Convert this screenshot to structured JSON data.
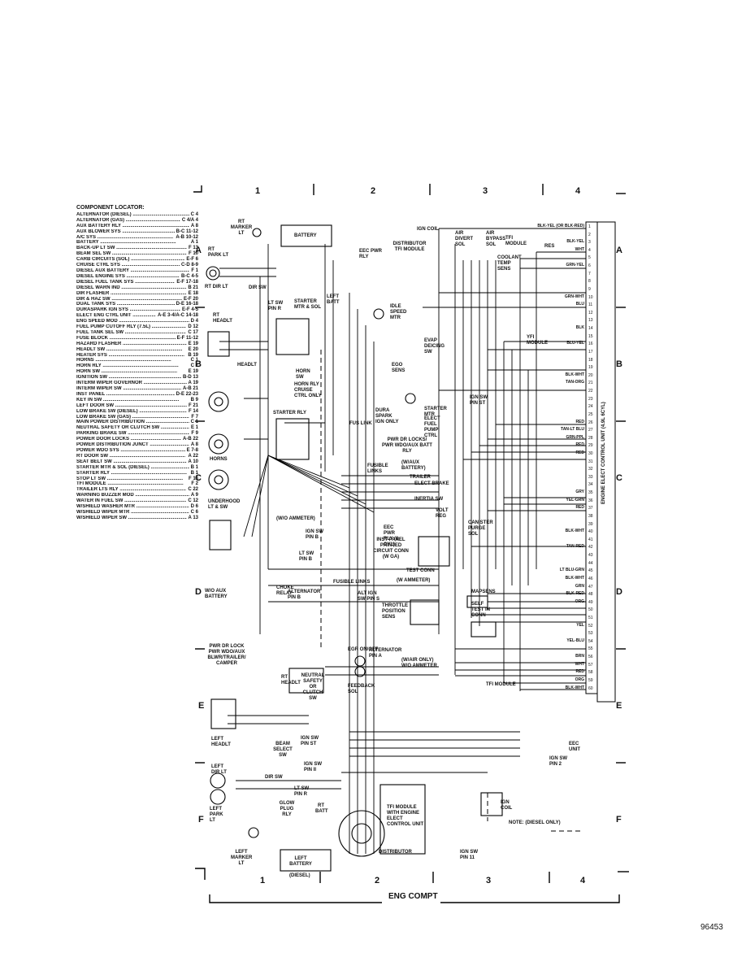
{
  "grid": {
    "columns_top": [
      "1",
      "2",
      "3",
      "4"
    ],
    "columns_bottom": [
      "1",
      "2",
      "3",
      "4"
    ],
    "rows_left": [
      "A",
      "B",
      "C",
      "D",
      "E",
      "F"
    ],
    "rows_right": [
      "A",
      "B",
      "C",
      "D",
      "E",
      "F"
    ]
  },
  "locator": {
    "title": "COMPONENT LOCATOR:",
    "items": [
      {
        "name": "ALTERNATOR (DIESEL)",
        "ref": "C 4"
      },
      {
        "name": "ALTERNATOR (GAS)",
        "ref": "C 4/A 4"
      },
      {
        "name": "AUX BATTERY RLY",
        "ref": "A 8"
      },
      {
        "name": "AUX BLOWER SYS",
        "ref": "B-C 11-12"
      },
      {
        "name": "A/C SYS",
        "ref": "A-B 10-12"
      },
      {
        "name": "BATTERY",
        "ref": "A 1"
      },
      {
        "name": "BACK-UP LT SW",
        "ref": "F 13"
      },
      {
        "name": "BEAM SEL SW",
        "ref": "F 10"
      },
      {
        "name": "CARB CIRCUITS (SOL)",
        "ref": "E-F 6"
      },
      {
        "name": "CRUISE CTRL SYS",
        "ref": "C-D 8-9"
      },
      {
        "name": "DIESEL AUX BATTERY",
        "ref": "F 1"
      },
      {
        "name": "DIESEL ENGINE SYS",
        "ref": "B-C 4-5"
      },
      {
        "name": "DIESEL FUEL TANK SYS",
        "ref": "E-F 17-18"
      },
      {
        "name": "DIESEL WARN IND",
        "ref": "B 21"
      },
      {
        "name": "DIR FLASHER",
        "ref": "E 18"
      },
      {
        "name": "DIR & HAZ SW",
        "ref": "E-F 20"
      },
      {
        "name": "DUAL TANK SYS",
        "ref": "D-E 16-18"
      },
      {
        "name": "DURASPARK IGN SYS",
        "ref": "E-F 4-5"
      },
      {
        "name": "ELECT ENG CTRL UNIT",
        "ref": "A-E 3-4/A-C 14-18"
      },
      {
        "name": "ENG SPEED MOD",
        "ref": "D 4"
      },
      {
        "name": "FUEL PUMP CUTOFF RLY (7.5L)",
        "ref": "D 12"
      },
      {
        "name": "FUEL TANK SEL SW",
        "ref": "C 17"
      },
      {
        "name": "FUSE BLOCK",
        "ref": "E-F 11-12"
      },
      {
        "name": "HAZARD FLASHER",
        "ref": "E 19"
      },
      {
        "name": "HEADLT SW",
        "ref": "E 20"
      },
      {
        "name": "HEATER SYS",
        "ref": "B 19"
      },
      {
        "name": "HORNS",
        "ref": "C 1"
      },
      {
        "name": "HORN RLY",
        "ref": "C 7"
      },
      {
        "name": "HORN SW",
        "ref": "E 19"
      },
      {
        "name": "IGNITION SW",
        "ref": "B-D 13"
      },
      {
        "name": "INTERM WIPER GOVERNOR",
        "ref": "A 19"
      },
      {
        "name": "INTERM WIPER SW",
        "ref": "A-B 21"
      },
      {
        "name": "INST PANEL",
        "ref": "D-E 22-23"
      },
      {
        "name": "KEY IN SW",
        "ref": "B 9"
      },
      {
        "name": "LEFT DOOR SW",
        "ref": "F 21"
      },
      {
        "name": "LOW BRAKE SW (DIESEL)",
        "ref": "F 14"
      },
      {
        "name": "LOW BRAKE SW (GAS)",
        "ref": "F 7"
      },
      {
        "name": "MAIN POWER DISTRIBUTION",
        "ref": "C 1"
      },
      {
        "name": "NEUTRAL SAFETY OR CLUTCH SW",
        "ref": "E 1"
      },
      {
        "name": "PARKING BRAKE SW",
        "ref": "F 9"
      },
      {
        "name": "POWER DOOR LOCKS",
        "ref": "A-B 22"
      },
      {
        "name": "POWER DISTRIBUTION JUNCT",
        "ref": "A 8"
      },
      {
        "name": "POWER WDO SYS",
        "ref": "E 7-8"
      },
      {
        "name": "RT DOOR SW",
        "ref": "A 22"
      },
      {
        "name": "SEAT BELT SW",
        "ref": "A 10"
      },
      {
        "name": "STARTER MTR & SOL (DIESEL)",
        "ref": "B 1"
      },
      {
        "name": "STARTER RLY",
        "ref": "B 1"
      },
      {
        "name": "STOP LT SW",
        "ref": "F 13"
      },
      {
        "name": "TFI MODULE",
        "ref": "F 2"
      },
      {
        "name": "TRAILER LTS RLY",
        "ref": "C 22"
      },
      {
        "name": "WARNING BUZZER MOD",
        "ref": "A 9"
      },
      {
        "name": "WATER IN FUEL SW",
        "ref": "C 12"
      },
      {
        "name": "W/SHIELD WASHER MTR",
        "ref": "D 6"
      },
      {
        "name": "W/SHIELD WIPER MTR",
        "ref": "C 6"
      },
      {
        "name": "W/SHIELD WIPER SW",
        "ref": "A 13"
      }
    ]
  },
  "components": {
    "rt_marker_lt": "RT MARKER LT",
    "battery": "BATTERY",
    "rt_park_lt": "RT PARK LT",
    "rt_dir_lt": "RT DIR LT",
    "dir_sw": "DIR SW",
    "lt_sw_pin_r": "LT SW PIN R",
    "starter_mtr": "STARTER MTR & SOL",
    "left_batt": "LEFT BATT",
    "ign_coil": "IGN COIL",
    "distributor_tfi": "DISTRIBUTOR TFI MODULE",
    "eec_pwr_rly": "EEC PWR RLY",
    "air_divert_sol": "AIR DIVERT SOL",
    "air_bypass_sol": "AIR BYPASS SOL",
    "tfi_module": "TFI MODULE",
    "res": "RES",
    "coolant_temp_sens": "COOLANT TEMP SENS",
    "idle_speed_mtr": "IDLE SPEED MTR",
    "rt_headlt": "RT HEADLT",
    "evap_deicing_sw": "EVAP DEICING SW",
    "yfi_module": "YFI MODULE",
    "headlt": "HEADLT",
    "horn_sw": "HORN SW",
    "ego_sens": "EGO SENS",
    "horn_rly": "HORN RLY CRUISE CTRL ONLY",
    "ign_sw_pin_st": "IGN SW PIN ST",
    "starter_rly": "STARTER RLY",
    "dura_spark": "DURA SPARK IGN ONLY",
    "starter_mtr2": "STARTER MTR",
    "elect_fuel_pump": "ELECT FUEL PUMP CTRL",
    "fus_link": "FUS LINK",
    "horns": "HORNS",
    "pwr_dr_locks": "PWR DR LOCKS/ PWR WDO/AUX BATT RLY",
    "fusible_links": "FUSIBLE LINKS",
    "w_aux_battery": "(W/AUX BATTERY)",
    "trailer": "TRAILER",
    "elect_brake": "ELECT BRAKE",
    "inertia_sw": "INERTIA SW",
    "volt_reg": "VOLT REG",
    "canister_purge": "CANISTER PURGE SOL",
    "underhood_lt": "UNDERHOOD LT & SW",
    "wo_ammeter": "(W/O AMMETER)",
    "ign_sw_pin_b": "IGN SW PIN B",
    "eec_pwr_rly2": "EEC PWR RLY (8 CYL)",
    "inst_panel_circuit": "INST PANEL PRINTED CIRCUIT CONN (W GA)",
    "lt_sw_pin_b": "LT SW PIN B",
    "test_conn": "TEST CONN",
    "w_ammeter": "(W AMMETER)",
    "mapsens": "MAPSENS",
    "self_test": "SELF TEST IN CONN",
    "w_o_aux_battery": "W/O AUX BATTERY",
    "choke_relay": "CHOKE RELAY",
    "alternator_pin_b": "ALTERNATOR PIN B",
    "fusible_links2": "FUSIBLE LINKS",
    "alt_ign_sw": "ALT IGN SW PIN S",
    "throttle_pos": "THROTTLE POSITION SENS",
    "pwr_dr_lock": "PWR DR LOCK PWR WDO/AUX BLWR/TRAILER/ CAMPER",
    "egr_on_off": "EGR ON/OFF",
    "alternator_pin_a": "ALTERNATOR PIN A",
    "w_air_only": "(W/AIR ONLY)",
    "w_o_ammeter2": "W/O AMMETER",
    "feedback_sol": "FEEDBACK SOL",
    "tfi_module2": "TFI MODULE",
    "rt_headlt_e": "RT HEADLT",
    "neutral_safety": "NEUTRAL SAFETY OR CLUTCH SW",
    "left_headlt": "LEFT HEADLT",
    "beam_select": "BEAM SELECT SW",
    "ign_sw_pin_st2": "IGN SW PIN ST",
    "eec_unit": "EEC UNIT",
    "ign_sw_pin2": "IGN SW PIN 2",
    "left_dir_lt": "LEFT DIR LT",
    "dir_sw2": "DIR SW",
    "ign_sw_pin_ii": "IGN SW PIN II",
    "lt_sw_pin_r2": "LT SW PIN R",
    "left_park_lt": "LEFT PARK LT",
    "glow_plug_rly": "GLOW PLUG RLY",
    "rt_batt": "RT BATT",
    "ign_coil2": "IGN COIL",
    "tfi_eec": "TFI MODULE WITH ENGINE ELECT CONTROL UNIT",
    "note_diesel": "NOTE: (DIESEL ONLY)",
    "left_marker_lt": "LEFT MARKER LT",
    "left_battery": "LEFT BATTERY",
    "diesel": "(DIESEL)",
    "distributor": "DISTRIBUTOR",
    "ign_sw_pin_11": "IGN SW PIN 11",
    "ecu_vertical": "ENGINE ELECT CONTROL UNIT (4.9L 6CYL)"
  },
  "ecu_pins": [
    "1",
    "2",
    "3",
    "4",
    "5",
    "6",
    "7",
    "8",
    "9",
    "10",
    "11",
    "12",
    "13",
    "14",
    "15",
    "16",
    "17",
    "18",
    "19",
    "20",
    "21",
    "22",
    "23",
    "24",
    "25",
    "26",
    "27",
    "28",
    "29",
    "30",
    "31",
    "32",
    "33",
    "34",
    "35",
    "36",
    "37",
    "38",
    "39",
    "40",
    "41",
    "42",
    "43",
    "44",
    "45",
    "46",
    "47",
    "48",
    "49",
    "50",
    "51",
    "52",
    "53",
    "54",
    "55",
    "56",
    "57",
    "58",
    "59",
    "60"
  ],
  "ecu_wires": [
    {
      "pin": "1",
      "color": "BLK-YEL (OR BLK-RED)"
    },
    {
      "pin": "3",
      "color": "BLK-YEL"
    },
    {
      "pin": "4",
      "color": "WHT"
    },
    {
      "pin": "6",
      "color": "GRN-YEL"
    },
    {
      "pin": "10",
      "color": "GRN-WHT"
    },
    {
      "pin": "11",
      "color": "BLU"
    },
    {
      "pin": "14",
      "color": "BLK"
    },
    {
      "pin": "16",
      "color": "BLU-YEL"
    },
    {
      "pin": "20",
      "color": "BLK-WHT"
    },
    {
      "pin": "21",
      "color": "TAN-ORG"
    },
    {
      "pin": "26",
      "color": "RED"
    },
    {
      "pin": "27",
      "color": "TAN-LT BLU"
    },
    {
      "pin": "28",
      "color": "GRN-PPL"
    },
    {
      "pin": "29",
      "color": "RED"
    },
    {
      "pin": "30",
      "color": "RED"
    },
    {
      "pin": "35",
      "color": "GRY"
    },
    {
      "pin": "36",
      "color": "YEL-GRN"
    },
    {
      "pin": "37",
      "color": "RED"
    },
    {
      "pin": "40",
      "color": "BLK-WHT"
    },
    {
      "pin": "42",
      "color": "TAN-RED"
    },
    {
      "pin": "45",
      "color": "LT BLU-GRN"
    },
    {
      "pin": "46",
      "color": "BLK-WHT"
    },
    {
      "pin": "47",
      "color": "GRN"
    },
    {
      "pin": "48",
      "color": "BLK-RED"
    },
    {
      "pin": "49",
      "color": "ORG"
    },
    {
      "pin": "52",
      "color": "YEL"
    },
    {
      "pin": "54",
      "color": "YEL-BLU"
    },
    {
      "pin": "56",
      "color": "BRN"
    },
    {
      "pin": "57",
      "color": "WHT"
    },
    {
      "pin": "58",
      "color": "RED"
    },
    {
      "pin": "59",
      "color": "ORG"
    },
    {
      "pin": "60",
      "color": "BLK-WHT"
    }
  ],
  "footer": "ENG COMPT",
  "reference": "96453"
}
